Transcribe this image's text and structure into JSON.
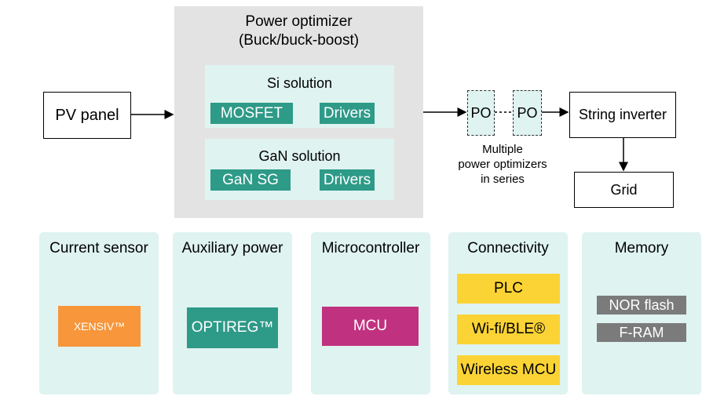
{
  "power_optimizer": {
    "title_line1": "Power optimizer",
    "title_line2": "(Buck/buck-boost)",
    "si_solution": {
      "title": "Si solution",
      "chips": [
        "MOSFET",
        "Drivers"
      ]
    },
    "gan_solution": {
      "title": "GaN solution",
      "chips": [
        "GaN SG",
        "Drivers"
      ]
    }
  },
  "pv_panel": "PV panel",
  "po_label": "PO",
  "multiple_caption": [
    "Multiple",
    "power optimizers",
    "in series"
  ],
  "string_inverter": "String inverter",
  "grid": "Grid",
  "cards": [
    {
      "title": "Current sensor",
      "chips": [
        "XENSIV™"
      ]
    },
    {
      "title": "Auxiliary power",
      "chips": [
        "OPTIREG™"
      ]
    },
    {
      "title": "Microcontroller",
      "chips": [
        "MCU"
      ]
    },
    {
      "title": "Connectivity",
      "chips": [
        "PLC",
        "Wi-fi/BLE®",
        "Wireless MCU"
      ]
    },
    {
      "title": "Memory",
      "chips": [
        "NOR flash",
        "F-RAM"
      ]
    }
  ],
  "colors": {
    "teal_chip": "#2e9a88",
    "panel_bg": "#dff3f0",
    "optimizer_bg": "#e3e3e3",
    "xensiv_orange": "#f7963a",
    "mcu_magenta": "#c0327f",
    "connectivity_yellow": "#fbd335",
    "memory_gray": "#7b7b7b"
  }
}
